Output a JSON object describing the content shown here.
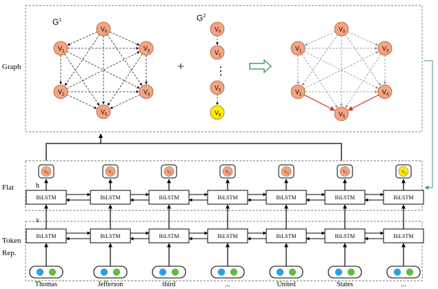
{
  "row_labels": {
    "graph": "Graph",
    "flat": "Flat",
    "token": "Token",
    "rep": "Rep."
  },
  "vector_labels": {
    "h": "h",
    "x": "x"
  },
  "graphs": {
    "g1": {
      "letter": "G",
      "sup": "1"
    },
    "g2": {
      "letter": "G",
      "sup": "2"
    },
    "plus": "+"
  },
  "node_letter": "V",
  "g1_nodes": [
    "0",
    "1",
    "3",
    "2",
    "4",
    "5"
  ],
  "g2_nodes": [
    "0",
    "1",
    "5",
    "6"
  ],
  "merged_nodes": [
    "0",
    "1",
    "3",
    "2",
    "4",
    "5"
  ],
  "ellipsis_dots": "⋮",
  "lstm_label": "BiLSTM",
  "flat_nodes": [
    "0",
    "1",
    "2",
    "3",
    "4",
    "5",
    "6"
  ],
  "words": [
    "Thomas",
    "Jefferson",
    "third",
    "...",
    "United",
    "States",
    "..."
  ],
  "colors": {
    "node_fill": "#f2a582",
    "node_stroke": "#b05a2a",
    "highlight": "#ffee00",
    "red_edge": "#d9302a",
    "green_arrow": "#4a9a6a",
    "embed_blue": "#2b9fe0",
    "embed_green": "#5cbf3a"
  },
  "icons": [
    "dashed-edge-arrow",
    "hollow-arrow-right",
    "bracket-arrow"
  ]
}
